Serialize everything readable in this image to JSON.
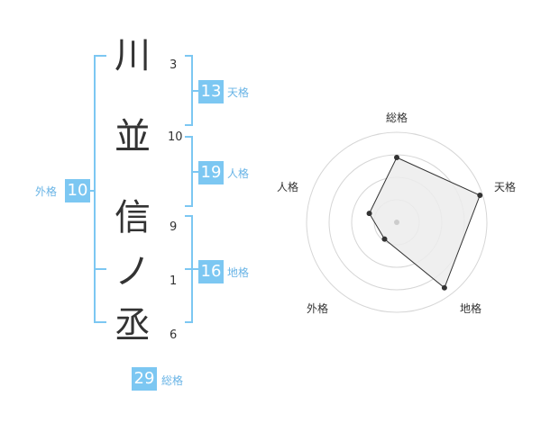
{
  "name": [
    {
      "char": "川",
      "strokes": "3"
    },
    {
      "char": "並",
      "strokes": "10"
    },
    {
      "char": "信",
      "strokes": "9"
    },
    {
      "char": "ノ",
      "strokes": "1"
    },
    {
      "char": "丞",
      "strokes": "6"
    }
  ],
  "kaku": {
    "tenkaku": {
      "label": "天格",
      "value": "13"
    },
    "jinkaku": {
      "label": "人格",
      "value": "19"
    },
    "chikaku": {
      "label": "地格",
      "value": "16"
    },
    "gaikaku": {
      "label": "外格",
      "value": "10"
    },
    "soukaku": {
      "label": "総格",
      "value": "29"
    }
  },
  "colors": {
    "accent": "#7cc7f2",
    "bracket": "#7cc7f2",
    "text": "#333333"
  },
  "chart_data": {
    "type": "radar",
    "axes": [
      "総格",
      "天格",
      "地格",
      "外格",
      "人格"
    ],
    "values": [
      0.72,
      0.97,
      0.9,
      0.23,
      0.32
    ],
    "rings": 4
  }
}
